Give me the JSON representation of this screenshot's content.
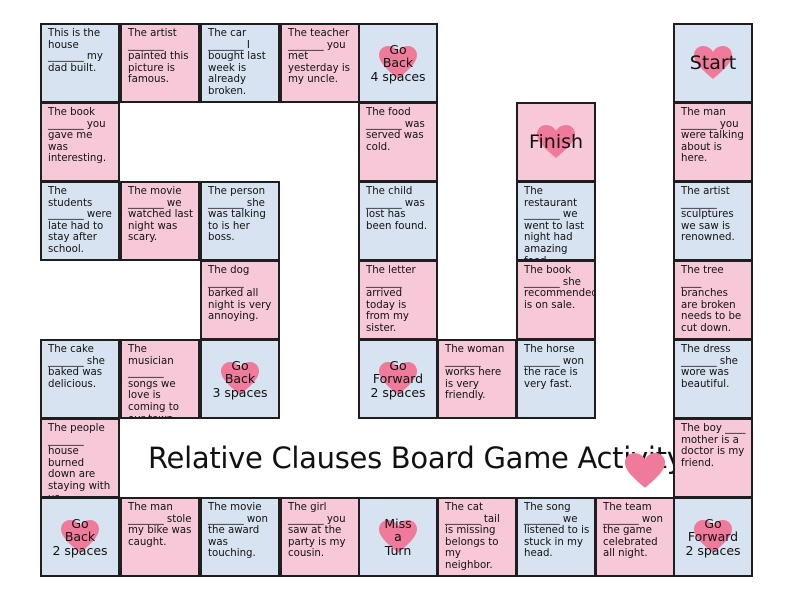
{
  "title": "Relative Clauses Board Game Activity",
  "colors": {
    "pink": "#f6c8d8",
    "blue": "#d7e3f0",
    "heart": "#f07a9a",
    "border": "#1e1e1e"
  },
  "cells": [
    {
      "id": "r0c0",
      "row": 0,
      "col": 0,
      "color": "blue",
      "text": "This is the house\n_______ my dad built."
    },
    {
      "id": "r0c1",
      "row": 0,
      "col": 1,
      "color": "pink",
      "text": "The artist\n_______ painted this picture is famous."
    },
    {
      "id": "r0c2",
      "row": 0,
      "col": 2,
      "color": "blue",
      "text": "The car\n_______ I bought last week is already broken."
    },
    {
      "id": "r0c3",
      "row": 0,
      "col": 3,
      "color": "pink",
      "text": "The teacher _______ you met yesterday is my uncle."
    },
    {
      "id": "r0c4",
      "row": 0,
      "col": 4,
      "color": "blue",
      "special": true,
      "heart": true,
      "text": "Go\nBack\n4 spaces"
    },
    {
      "id": "r0c8",
      "row": 0,
      "col": 8,
      "color": "blue",
      "special": true,
      "big": true,
      "heart": true,
      "text": "Start"
    },
    {
      "id": "r1c0",
      "row": 1,
      "col": 0,
      "color": "pink",
      "text": "The book\n_______ you gave me was interesting."
    },
    {
      "id": "r1c4",
      "row": 1,
      "col": 4,
      "color": "pink",
      "text": "The food\n_______ was served was cold."
    },
    {
      "id": "r1c6",
      "row": 1,
      "col": 6,
      "color": "pink",
      "special": true,
      "big": true,
      "heart": true,
      "text": "Finish"
    },
    {
      "id": "r1c8",
      "row": 1,
      "col": 8,
      "color": "pink",
      "text": "The man\n_______ you were talking about is here."
    },
    {
      "id": "r2c0",
      "row": 2,
      "col": 0,
      "color": "blue",
      "text": "The students _______ were late had to stay after school."
    },
    {
      "id": "r2c1",
      "row": 2,
      "col": 1,
      "color": "pink",
      "text": "The movie\n_______ we watched last night was scary."
    },
    {
      "id": "r2c2",
      "row": 2,
      "col": 2,
      "color": "blue",
      "text": "The person\n_______ she was talking to is her boss."
    },
    {
      "id": "r2c4",
      "row": 2,
      "col": 4,
      "color": "blue",
      "text": "The child\n_______ was lost has been found."
    },
    {
      "id": "r2c6",
      "row": 2,
      "col": 6,
      "color": "blue",
      "text": "The restaurant _______ we went to last night had amazing food."
    },
    {
      "id": "r2c8",
      "row": 2,
      "col": 8,
      "color": "blue",
      "text": "The artist\n_______ sculptures we saw is renowned."
    },
    {
      "id": "r3c2",
      "row": 3,
      "col": 2,
      "color": "pink",
      "text": "The dog\n_______ barked all night is very annoying."
    },
    {
      "id": "r3c4",
      "row": 3,
      "col": 4,
      "color": "pink",
      "text": "The letter\n_______ arrived today is from my sister."
    },
    {
      "id": "r3c6",
      "row": 3,
      "col": 6,
      "color": "pink",
      "text": "The book\n_______ she recommended is on sale."
    },
    {
      "id": "r3c8",
      "row": 3,
      "col": 8,
      "color": "pink",
      "text": "The tree ____ branches are broken needs to be cut down."
    },
    {
      "id": "r4c0",
      "row": 4,
      "col": 0,
      "color": "blue",
      "text": "The cake\n_______ she baked was delicious."
    },
    {
      "id": "r4c1",
      "row": 4,
      "col": 1,
      "color": "pink",
      "text": "The musician _______ songs we love is coming to our town."
    },
    {
      "id": "r4c2",
      "row": 4,
      "col": 2,
      "color": "blue",
      "special": true,
      "heart": true,
      "text": "Go\nBack\n3 spaces"
    },
    {
      "id": "r4c4",
      "row": 4,
      "col": 4,
      "color": "blue",
      "special": true,
      "heart": true,
      "text": "Go\nForward\n2 spaces"
    },
    {
      "id": "r4c5",
      "row": 4,
      "col": 5,
      "color": "pink",
      "text": "The woman\n_______ works here is very friendly."
    },
    {
      "id": "r4c6",
      "row": 4,
      "col": 6,
      "color": "blue",
      "text": "The horse\n_______ won the race is very fast."
    },
    {
      "id": "r4c8",
      "row": 4,
      "col": 8,
      "color": "blue",
      "text": "The dress\n_______ she wore was beautiful."
    },
    {
      "id": "r5c0",
      "row": 5,
      "col": 0,
      "color": "pink",
      "text": "The people\n_______ house burned down are staying with us."
    },
    {
      "id": "r5c8",
      "row": 5,
      "col": 8,
      "color": "pink",
      "text": "The boy ____ mother is a doctor is my friend."
    },
    {
      "id": "r6c0",
      "row": 6,
      "col": 0,
      "color": "blue",
      "special": true,
      "heart": true,
      "text": "Go\nBack\n2 spaces"
    },
    {
      "id": "r6c1",
      "row": 6,
      "col": 1,
      "color": "pink",
      "text": "The man\n_______ stole my bike was caught."
    },
    {
      "id": "r6c2",
      "row": 6,
      "col": 2,
      "color": "blue",
      "text": "The movie\n_______ won the award was touching."
    },
    {
      "id": "r6c3",
      "row": 6,
      "col": 3,
      "color": "pink",
      "text": "The girl\n_______ you saw at the party is my cousin."
    },
    {
      "id": "r6c4",
      "row": 6,
      "col": 4,
      "color": "blue",
      "special": true,
      "heart": true,
      "text": "Miss\na\nTurn"
    },
    {
      "id": "r6c5",
      "row": 6,
      "col": 5,
      "color": "pink",
      "text": "The cat\n_______ tail is missing belongs to my neighbor."
    },
    {
      "id": "r6c6",
      "row": 6,
      "col": 6,
      "color": "blue",
      "text": "The song\n_______ we listened to is stuck in my head."
    },
    {
      "id": "r6c7",
      "row": 6,
      "col": 7,
      "color": "pink",
      "text": "The team\n_______ won the game celebrated all night."
    },
    {
      "id": "r6c8",
      "row": 6,
      "col": 8,
      "color": "blue",
      "special": true,
      "heart": true,
      "text": "Go\nForward\n2 spaces"
    }
  ]
}
